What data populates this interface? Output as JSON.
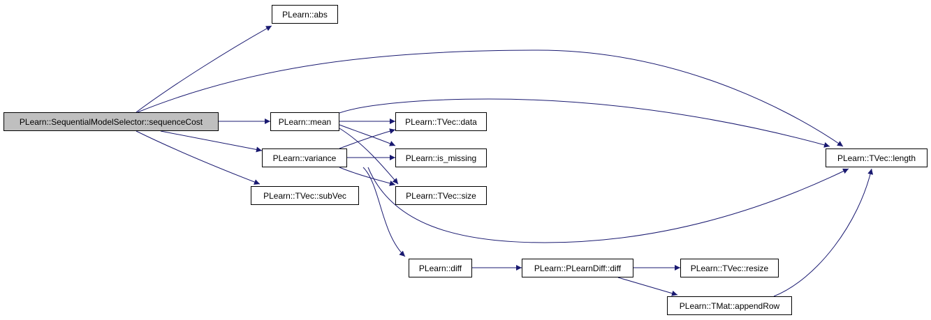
{
  "colors": {
    "edge": "#191970",
    "root_fill": "#bfbfbf",
    "node_fill": "#ffffff",
    "border": "#000000"
  },
  "nodes": {
    "root": "PLearn::SequentialModelSelector::sequenceCost",
    "abs": "PLearn::abs",
    "mean": "PLearn::mean",
    "variance": "PLearn::variance",
    "subvec": "PLearn::TVec::subVec",
    "data": "PLearn::TVec::data",
    "is_missing": "PLearn::is_missing",
    "size": "PLearn::TVec::size",
    "length": "PLearn::TVec::length",
    "diff": "PLearn::diff",
    "plearndiff": "PLearn::PLearnDiff::diff",
    "resize": "PLearn::TVec::resize",
    "appendrow": "PLearn::TMat::appendRow"
  },
  "edges": [
    [
      "root",
      "abs"
    ],
    [
      "root",
      "length"
    ],
    [
      "root",
      "mean"
    ],
    [
      "root",
      "variance"
    ],
    [
      "root",
      "subvec"
    ],
    [
      "mean",
      "length"
    ],
    [
      "mean",
      "data"
    ],
    [
      "mean",
      "is_missing"
    ],
    [
      "mean",
      "size"
    ],
    [
      "variance",
      "data"
    ],
    [
      "variance",
      "is_missing"
    ],
    [
      "variance",
      "size"
    ],
    [
      "variance",
      "length"
    ],
    [
      "variance",
      "diff"
    ],
    [
      "diff",
      "plearndiff"
    ],
    [
      "plearndiff",
      "resize"
    ],
    [
      "plearndiff",
      "appendrow"
    ],
    [
      "appendrow",
      "length"
    ]
  ]
}
